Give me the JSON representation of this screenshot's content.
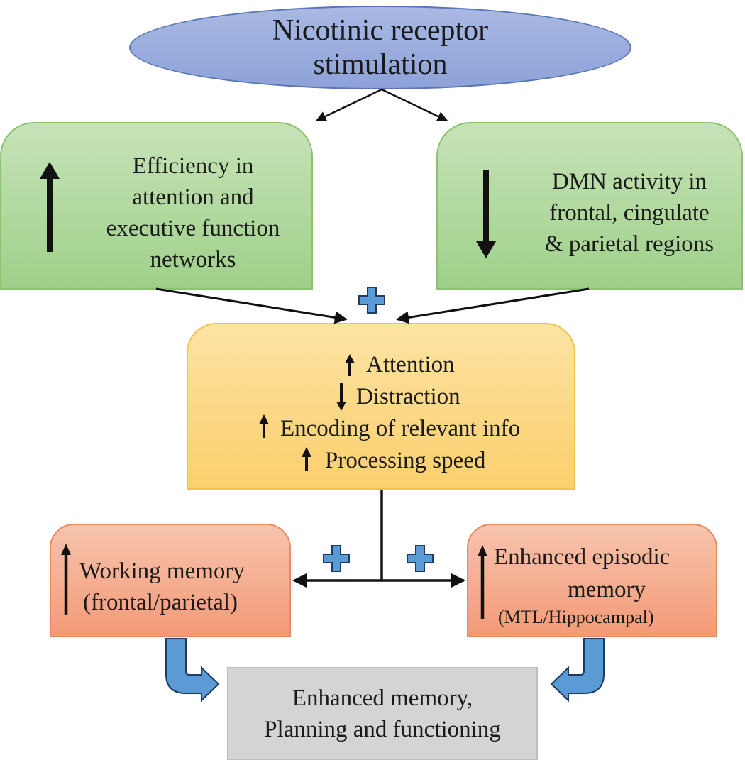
{
  "top": {
    "line1": "Nicotinic receptor",
    "line2": "stimulation"
  },
  "left_box": {
    "lines": [
      "Efficiency in",
      "attention and",
      "executive function",
      "networks"
    ],
    "arrow": "up-arrow-icon"
  },
  "right_box": {
    "lines": [
      "DMN activity in",
      "frontal, cingulate",
      "& parietal regions"
    ],
    "arrow": "down-arrow-icon"
  },
  "middle_box": {
    "items": [
      {
        "arrow": "up",
        "label": "Attention"
      },
      {
        "arrow": "down",
        "label": "Distraction"
      },
      {
        "arrow": "up",
        "label": "Encoding of relevant info"
      },
      {
        "arrow": "up",
        "label": "Processing speed"
      }
    ]
  },
  "wm_box": {
    "line1": "Working memory",
    "line2": "(frontal/parietal)",
    "arrow": "up-arrow-icon"
  },
  "em_box": {
    "line1": "Enhanced episodic",
    "line2": "memory",
    "line3": "(MTL/Hippocampal)",
    "arrow": "up-arrow-icon"
  },
  "outcome_box": {
    "line1": "Enhanced memory,",
    "line2": "Planning and functioning"
  },
  "icons": {
    "plus": "plus-icon",
    "curved_arrow": "curved-arrow-icon"
  },
  "colors": {
    "ellipse": "#8da2d8",
    "green": "#a9d18e",
    "yellow": "#fcd77f",
    "orange": "#f4a582",
    "gray": "#d4d4d4",
    "plus": "#5b9bd5",
    "curved": "#5b9bd5"
  }
}
